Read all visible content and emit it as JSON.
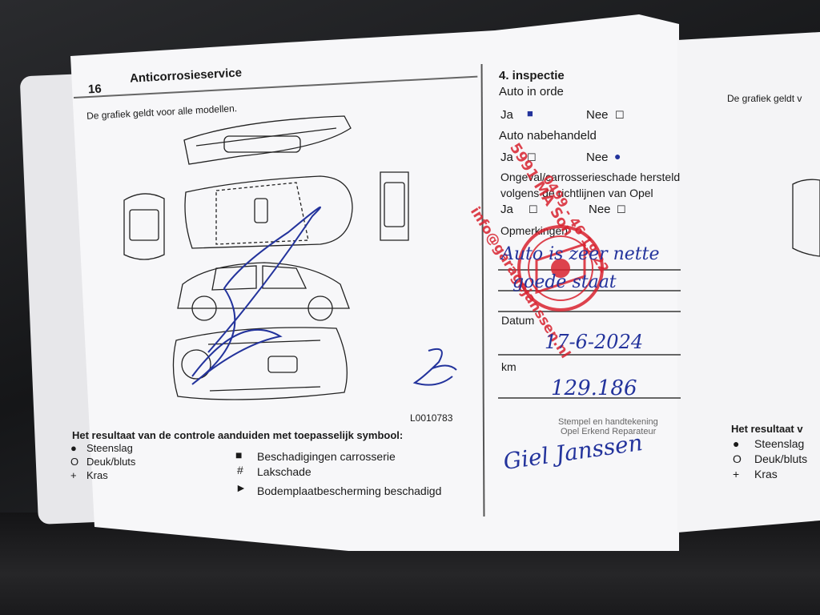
{
  "page": {
    "number": "16",
    "title": "Anticorrosieservice",
    "subtitle": "De grafiek geldt voor alle modellen.",
    "diagram_code": "L0010783",
    "legend_heading": "Het resultaat van de controle aanduiden met toepasselijk symbool:",
    "legend_left": [
      {
        "symbol": "●",
        "label": "Steenslag"
      },
      {
        "symbol": "O",
        "label": "Deuk/bluts"
      },
      {
        "symbol": "+",
        "label": "Kras"
      }
    ],
    "legend_right": [
      {
        "symbol": "■",
        "label": "Beschadigingen carrosserie"
      },
      {
        "symbol": "#",
        "label": "Lakschade"
      },
      {
        "symbol": "►",
        "label": "Bodemplaatbescherming beschadigd"
      }
    ]
  },
  "inspection": {
    "heading": "4. inspectie",
    "q1": "Auto in orde",
    "q2": "Auto nabehandeld",
    "q3_line1": "Ongeval/carrosserieschade hersteld",
    "q3_line2": "volgens de richtlijnen van Opel",
    "yes_label": "Ja",
    "no_label": "Nee",
    "remarks_label": "Opmerkingen",
    "date_label": "Datum",
    "km_label": "km",
    "stamp_label_1": "Stempel en handtekening",
    "stamp_label_2": "Opel Erkend Reparateur",
    "hw_remarks_1": "Auto is zeer nette",
    "hw_remarks_2": "goede staat",
    "hw_date": "17-6-2024",
    "hw_km": "129.186",
    "hw_signature": "Giel Janssen",
    "hw_initials": "JG"
  },
  "right_page": {
    "subtitle": "De grafiek geldt v",
    "legend_heading": "Het resultaat v",
    "legend": [
      {
        "symbol": "●",
        "label": "Steenslag"
      },
      {
        "symbol": "O",
        "label": "Deuk/bluts"
      },
      {
        "symbol": "+",
        "label": "Kras"
      }
    ]
  },
  "stamp": {
    "text_outer": "info@garagejanssen.nl",
    "text_mid": "5991 MA Son",
    "text_inner": "0499 - 46 19 22",
    "color": "#d8222f"
  },
  "colors": {
    "ink": "#23339c",
    "stamp": "#d8222f"
  }
}
